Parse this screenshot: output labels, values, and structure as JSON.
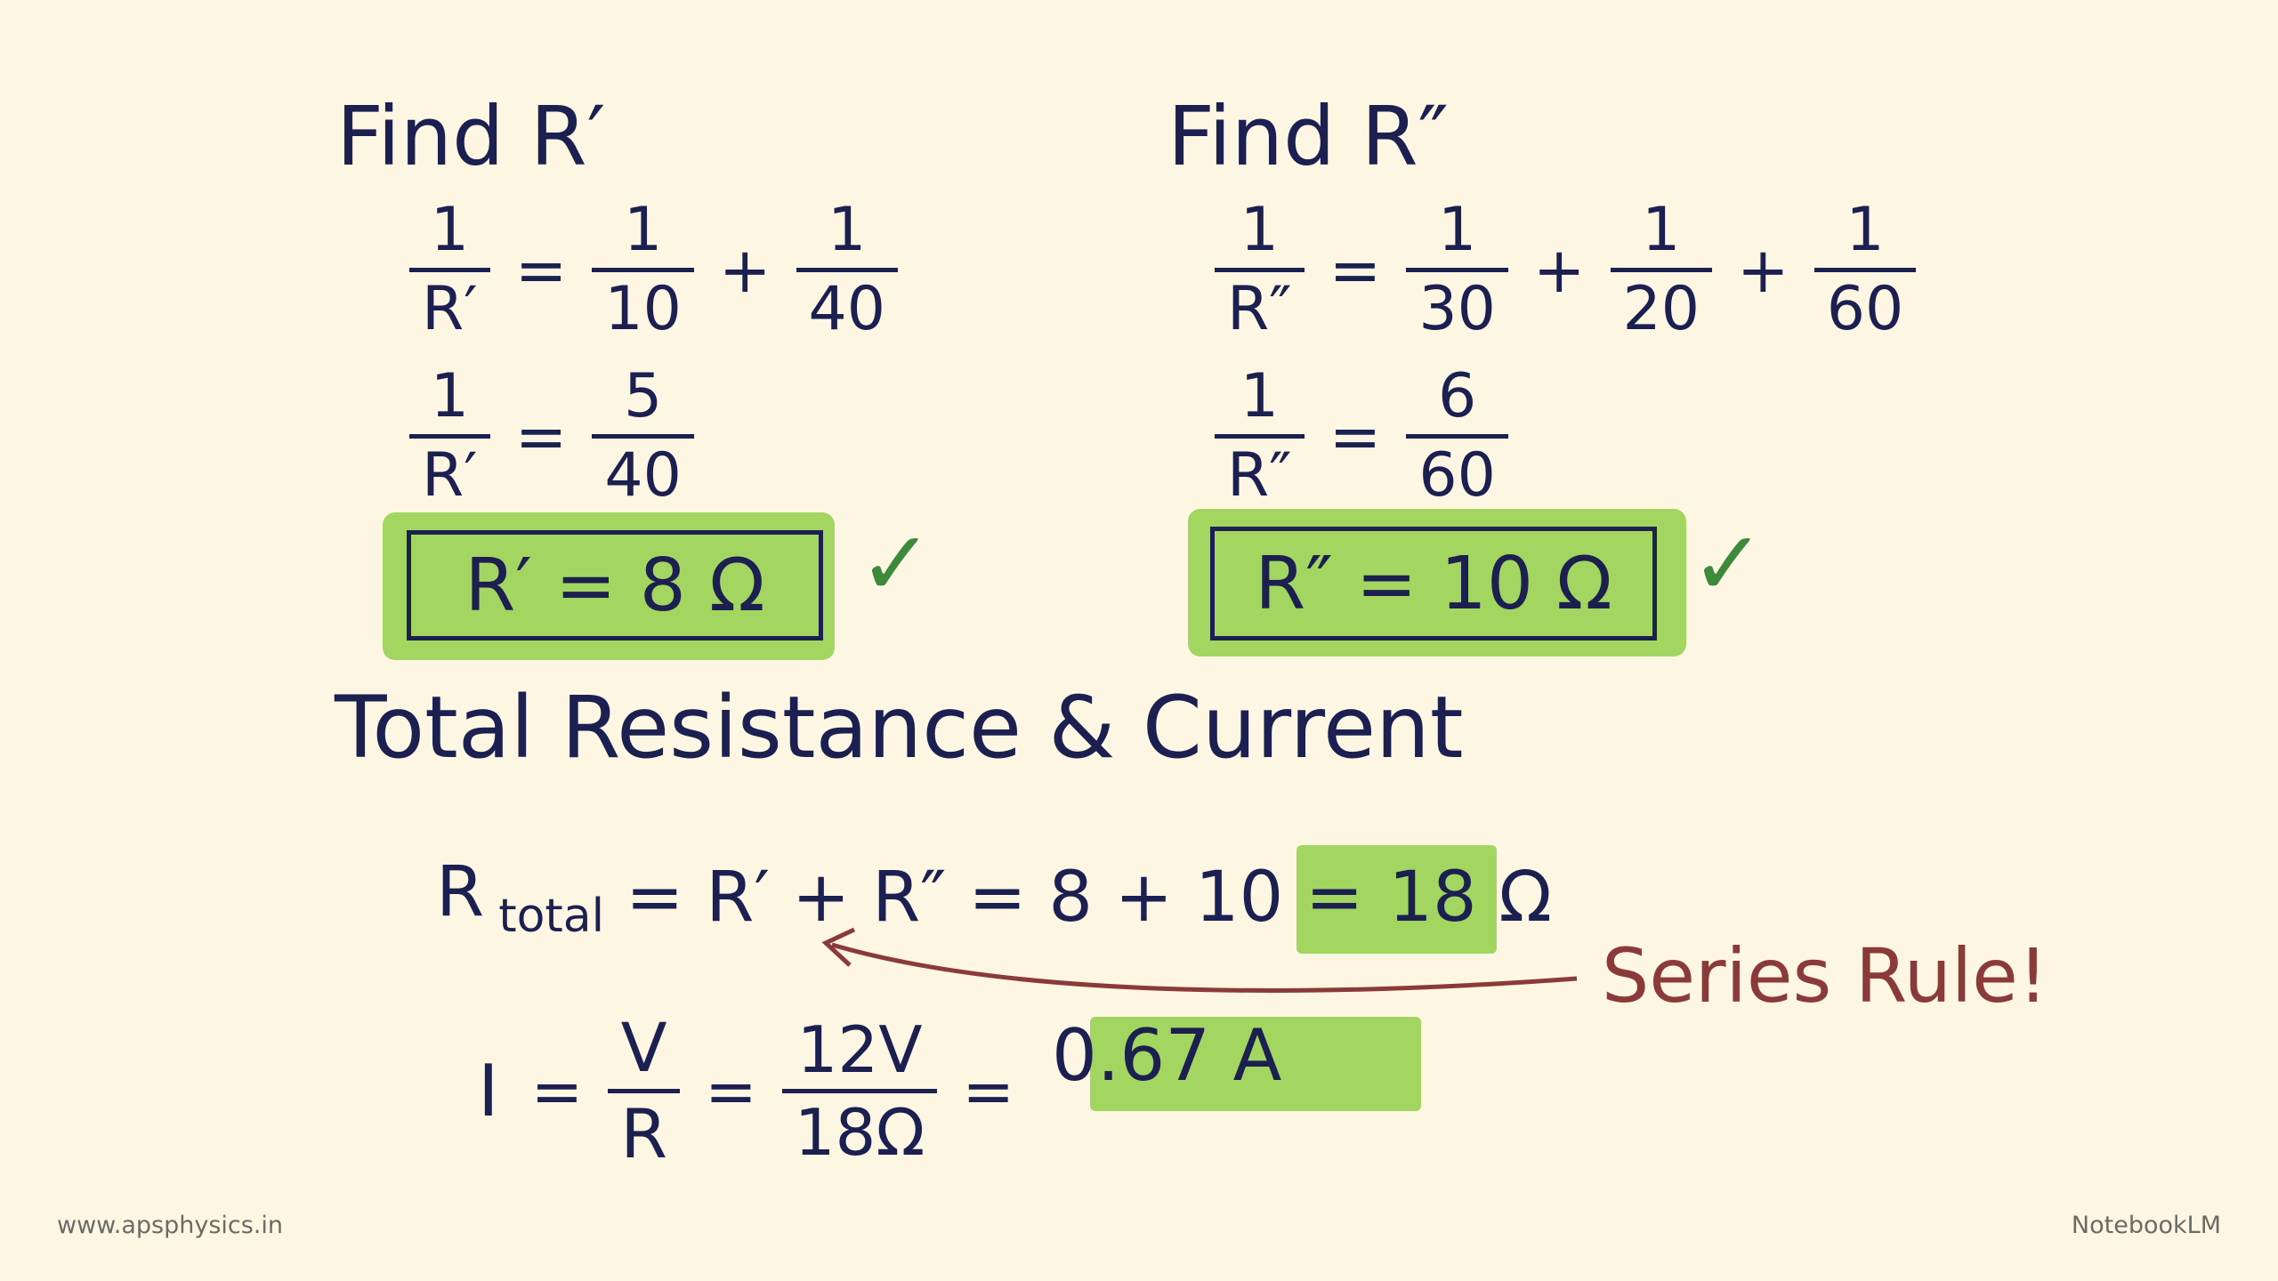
{
  "left": {
    "title": "Find R′",
    "row1": {
      "lhs_num": "1",
      "lhs_den": "R′",
      "eq": "=",
      "terms": [
        {
          "num": "1",
          "den": "10"
        },
        {
          "num": "1",
          "den": "40"
        }
      ],
      "plus": "+"
    },
    "row2": {
      "lhs_num": "1",
      "lhs_den": "R′",
      "eq": "=",
      "num": "5",
      "den": "40"
    },
    "result": "R′ = 8 Ω",
    "check": "✓"
  },
  "right": {
    "title": "Find R″",
    "row1": {
      "lhs_num": "1",
      "lhs_den": "R″",
      "eq": "=",
      "terms": [
        {
          "num": "1",
          "den": "30"
        },
        {
          "num": "1",
          "den": "20"
        },
        {
          "num": "1",
          "den": "60"
        }
      ],
      "plus": "+"
    },
    "row2": {
      "lhs_num": "1",
      "lhs_den": "R″",
      "eq": "=",
      "num": "6",
      "den": "60"
    },
    "result": "R″ = 10 Ω",
    "check": "✓"
  },
  "total": {
    "heading": "Total Resistance & Current",
    "rtotal": {
      "r": "R",
      "sub": "total",
      "expr": "= R′ + R″ = 8 + 10 =",
      "answer": "18 Ω"
    },
    "annotation": "Series Rule!",
    "current": {
      "i": "I",
      "eq1": "=",
      "num1": "V",
      "den1": "R",
      "eq2": "=",
      "num2": "12V",
      "den2": "18Ω",
      "eq3": "=",
      "answer": "0.67 A"
    }
  },
  "footer": {
    "left": "www.apsphysics.in",
    "right": "NotebookLM"
  },
  "colors": {
    "ink": "#1b2050",
    "highlight": "#9ed35a",
    "check": "#3f8a3a",
    "annotation": "#8b3a3a",
    "background": "#fcf6e3"
  }
}
